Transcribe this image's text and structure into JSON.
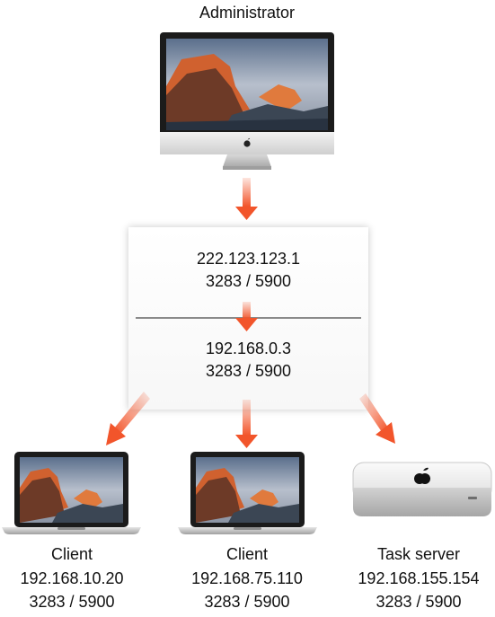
{
  "admin": {
    "title": "Administrator"
  },
  "router": {
    "public": {
      "ip": "222.123.123.1",
      "ports": "3283 / 5900"
    },
    "private": {
      "ip": "192.168.0.3",
      "ports": "3283 / 5900"
    }
  },
  "clients": [
    {
      "title": "Client",
      "ip": "192.168.10.20",
      "ports": "3283 / 5900",
      "device": "laptop"
    },
    {
      "title": "Client",
      "ip": "192.168.75.110",
      "ports": "3283 / 5900",
      "device": "laptop"
    },
    {
      "title": "Task server",
      "ip": "192.168.155.154",
      "ports": "3283 / 5900",
      "device": "mac-mini"
    }
  ],
  "colors": {
    "arrow": "#f2552b"
  }
}
